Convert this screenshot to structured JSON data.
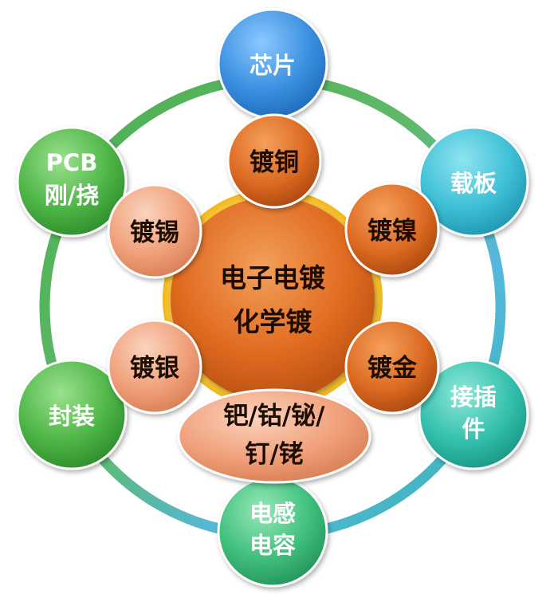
{
  "center": {
    "line1": "电子电镀",
    "line2": "化学镀"
  },
  "inner": {
    "top": "镀铜",
    "upper_right": "镀镍",
    "lower_right": "镀金",
    "upper_left": "镀锡",
    "lower_left": "镀银",
    "bottom_line1": "钯/钴/铋/",
    "bottom_line2": "钉/铑"
  },
  "outer": {
    "top": "芯片",
    "upper_right": "载板",
    "lower_right_line1": "接插",
    "lower_right_line2": "件",
    "bottom_line1": "电感",
    "bottom_line2": "电容",
    "lower_left": "封装",
    "upper_left_line1": "PCB",
    "upper_left_line2": "刚/挠"
  },
  "colors": {
    "ring_blue": "#4a90d9",
    "ring_green": "#4db04a",
    "ring_teal": "#3fbfb0",
    "inner_dark_orange": "#d8621e",
    "inner_light_salmon": "#f0a07a",
    "center_orange": "#e06a20",
    "center_halo": "#f7c531"
  }
}
